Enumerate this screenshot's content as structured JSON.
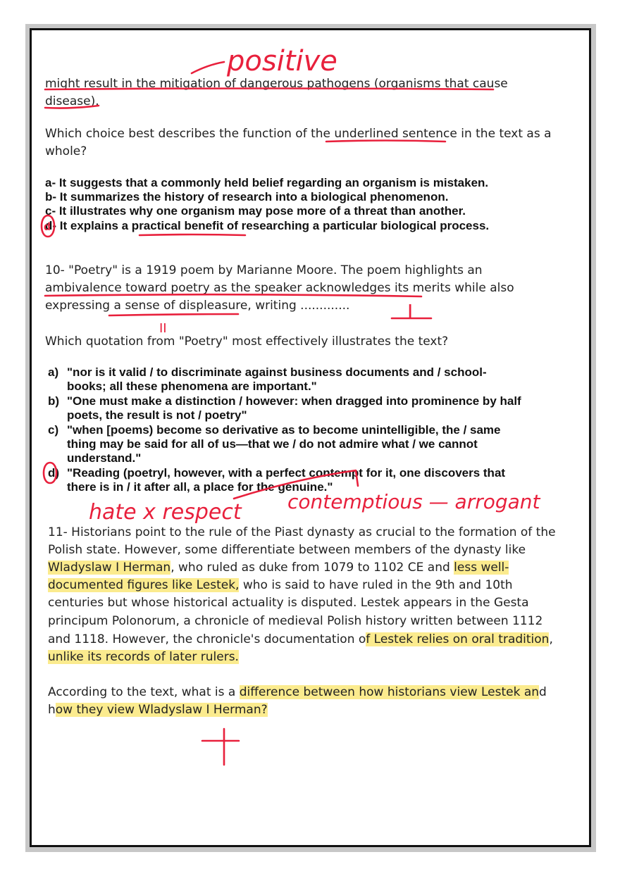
{
  "q9": {
    "passage_end": [
      "might result in the mitigation of dangerous pathogens (organisms that cause",
      "disease)."
    ],
    "question": [
      "Which choice best describes the function of the underlined sentence in the text as a",
      "whole?"
    ],
    "choices": [
      "a-  It suggests that a commonly held belief regarding an organism is mistaken.",
      "b-  It summarizes the history of research into a biological phenomenon.",
      "c-  It illustrates why one organism may pose more of a threat than another.",
      "d-  It explains a practical benefit of researching a particular biological process."
    ]
  },
  "q10": {
    "passage": [
      "10- \"Poetry\" is a 1919 poem by Marianne Moore. The poem highlights an",
      "ambivalence toward poetry as the speaker acknowledges its merits while also",
      "expressing a sense of displeasure, writing ............."
    ],
    "question": "Which quotation from \"Poetry\" most effectively illustrates the text?",
    "choices": [
      {
        "letter": "a)",
        "lines": [
          "\"nor is it valid / to discriminate against business documents and / school-",
          "books; all these phenomena are important.\""
        ]
      },
      {
        "letter": "b)",
        "lines": [
          "\"One must make a distinction / however: when dragged into prominence by half",
          "poets, the result is not / poetry\""
        ]
      },
      {
        "letter": "c)",
        "lines": [
          "\"when [poems) become so derivative as to become unintelligible, the / same",
          "thing may be said for all of us—that we / do not admire what / we cannot",
          "understand.\""
        ]
      },
      {
        "letter": "d)",
        "lines": [
          "\"Reading (poetryl, however, with a perfect contempt for it, one discovers that",
          "there is in / it after all, a place for the genuine.\""
        ]
      }
    ]
  },
  "q11": {
    "passage": {
      "l1": "11- Historians point to the rule of the Piast dynasty as crucial to the formation of the",
      "l2": "Polish state. However, some differentiate between members of the dynasty like",
      "l3a": "Wladyslaw I Herman",
      "l3b": ", who ruled as duke from 1079 to 1102 CE and ",
      "l3c": "less well-",
      "l4a": "documented figures like Lestek,",
      "l4b": " who is said to have ruled in the 9th and 10th",
      "l5": "centuries but whose historical actuality is disputed. Lestek appears in the Gesta",
      "l6": "principum Polonorum, a chronicle of medieval Polish history written between 1112",
      "l7a": "and 1118. However, the chronicle's documentation o",
      "l7b": "f Lestek relies on oral tradition",
      "l7c": ",",
      "l8": "unlike its records of later rulers."
    },
    "question": {
      "l1a": "According to the text, what is a ",
      "l1b": "difference between how historians view Lestek an",
      "l1c": "d",
      "l2a": "h",
      "l2b": "ow they view Wladyslaw I Herman?"
    }
  },
  "annotations": {
    "positive": "positive",
    "tone_note": "hate x respect",
    "contemptuous": "contemptious — arrogant",
    "mark_one": "I",
    "mark_two": "II",
    "circle_mark": "d"
  },
  "colors": {
    "ink": "#e8203c",
    "highlight": "#fbeb8e",
    "text": "#222222"
  }
}
